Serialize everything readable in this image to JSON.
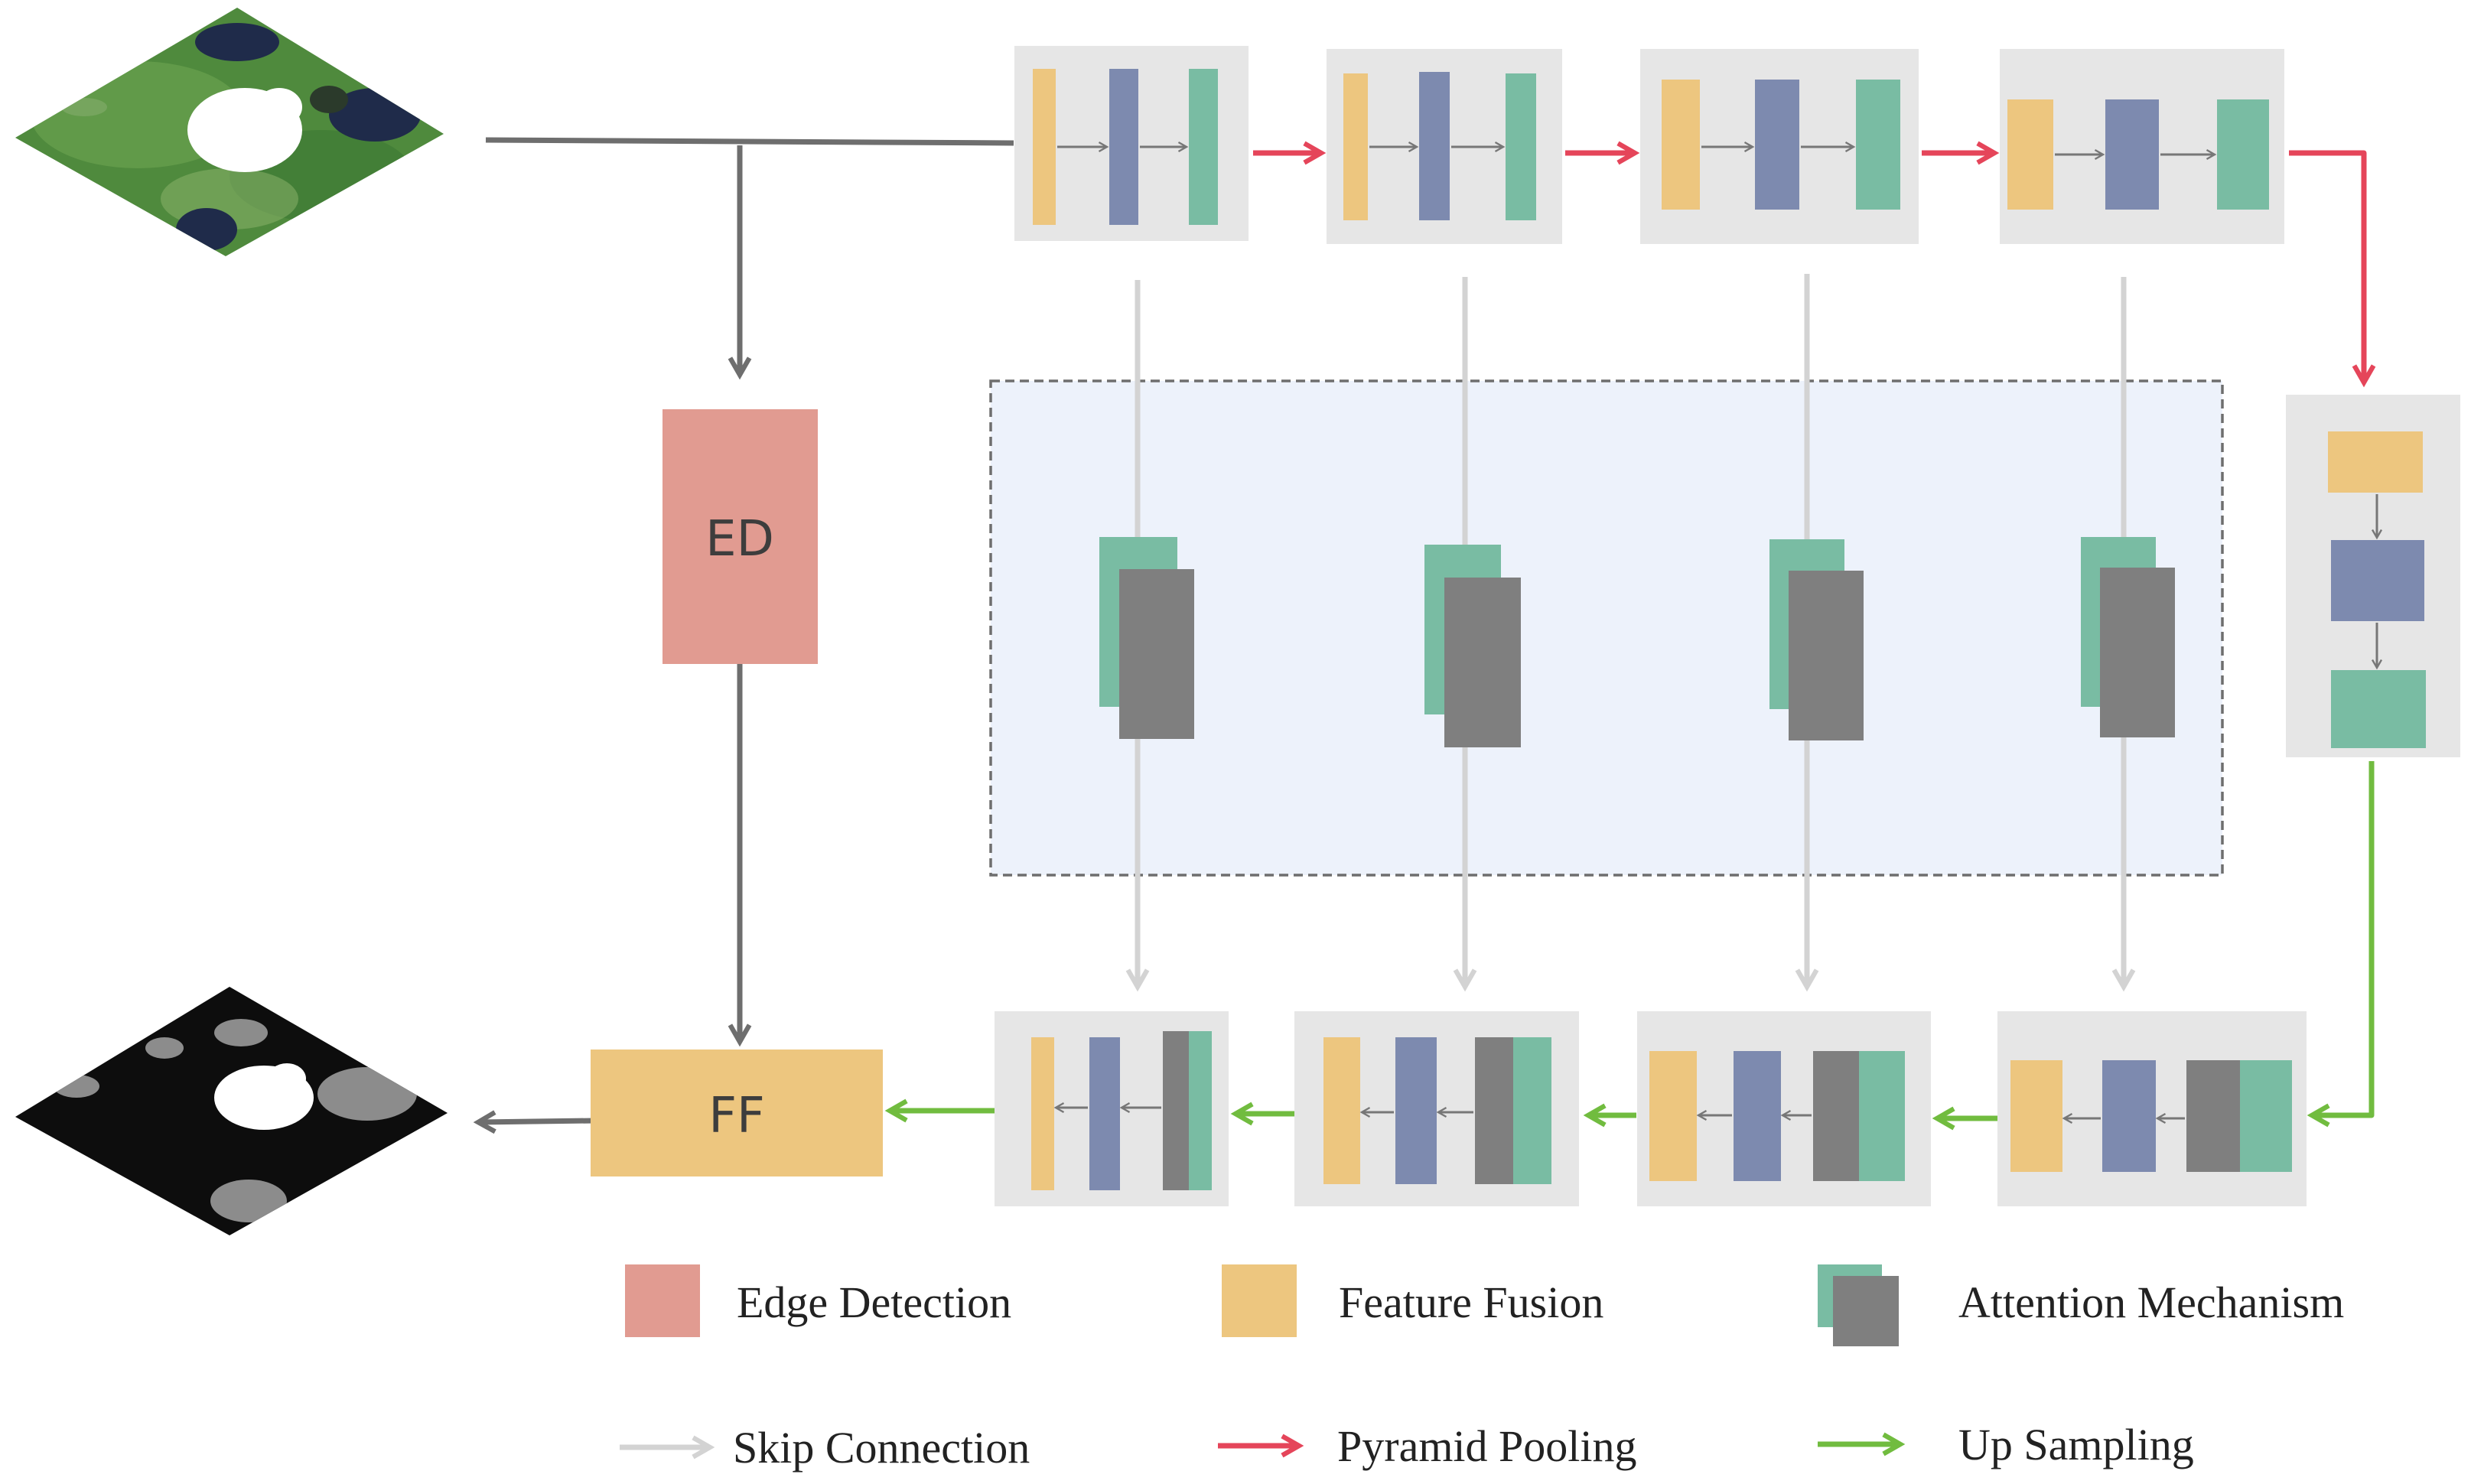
{
  "colors": {
    "edge_detection": "#e19b91",
    "feature_fusion": "#edc67f",
    "conv_blue": "#7d8aaf",
    "teal": "#79bca3",
    "attention_gray": "#7f7f7f",
    "block_bg": "#e6e6e6",
    "attention_region_bg": "#edf2fb",
    "skip_arrow": "#d3d3d3",
    "pyramid_arrow": "#e5455a",
    "upsample_arrow": "#71bc3f",
    "main_arrow": "#6e6e6e"
  },
  "boxes": {
    "edge_detection_label": "ED",
    "feature_fusion_label": "FF"
  },
  "legend": {
    "edge_detection": "Edge Detection",
    "feature_fusion": "Feature Fusion",
    "attention_mechanism": "Attention Mechanism",
    "skip_connection": "Skip Connection",
    "pyramid_pooling": "Pyramid Pooling",
    "up_sampling": "Up Sampling"
  },
  "icons": {
    "input_image": "satellite-image-icon",
    "output_mask": "segmentation-mask-icon"
  }
}
